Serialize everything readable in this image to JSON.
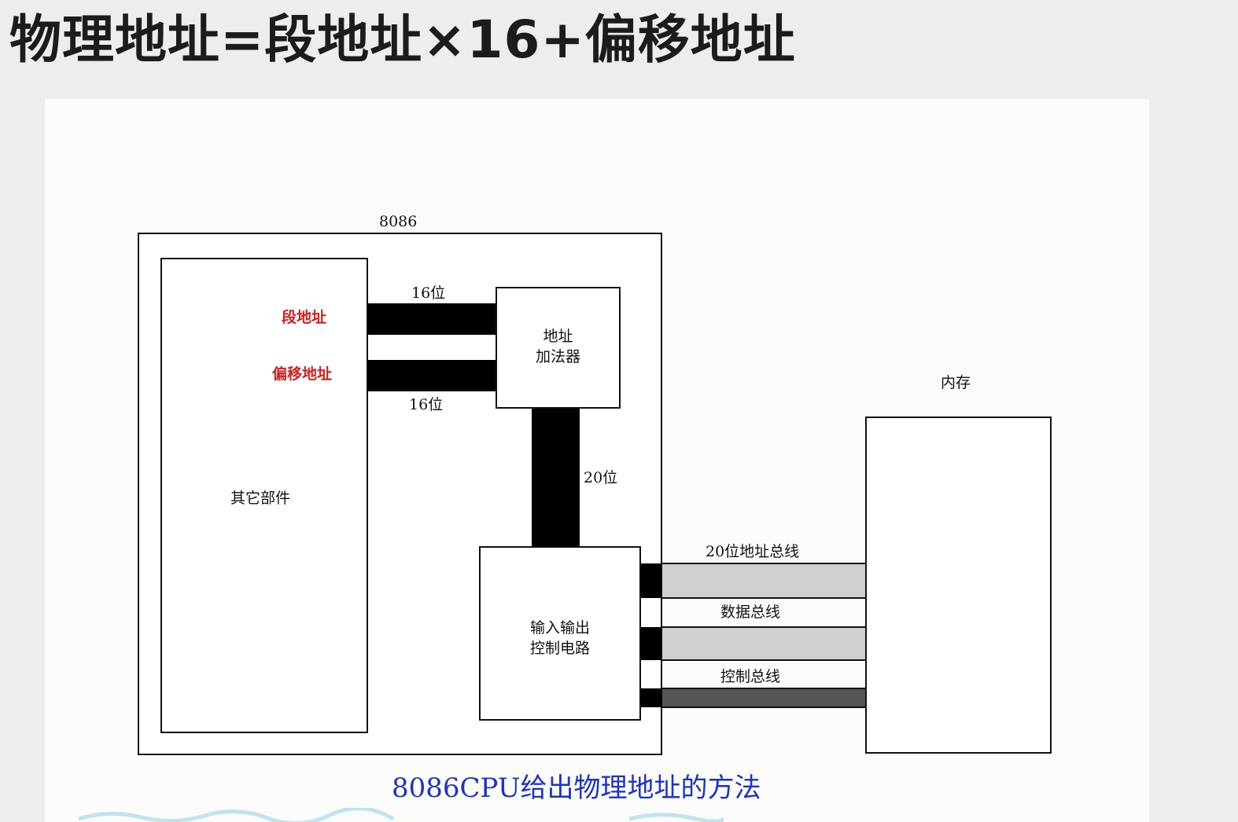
{
  "slide": {
    "title": "物理地址=段地址×16+偏移地址"
  },
  "diagram": {
    "cpu_label": "8086",
    "other_parts_label": "其它部件",
    "segment_address_label": "段地址",
    "offset_address_label": "偏移地址",
    "bus_width_segment": "16位",
    "bus_width_offset": "16位",
    "adder_label_line1": "地址",
    "adder_label_line2": "加法器",
    "bus_width_adder_out": "20位",
    "io_label_line1": "输入输出",
    "io_label_line2": "控制电路",
    "memory_label": "内存",
    "address_bus_label": "20位地址总线",
    "data_bus_label": "数据总线",
    "control_bus_label": "控制总线",
    "caption": "8086CPU给出物理地址的方法",
    "colors": {
      "highlight_red": "#d42020",
      "caption_blue": "#1c33c8",
      "bus_light": "#d0d0d0",
      "bus_dark": "#555555"
    }
  }
}
